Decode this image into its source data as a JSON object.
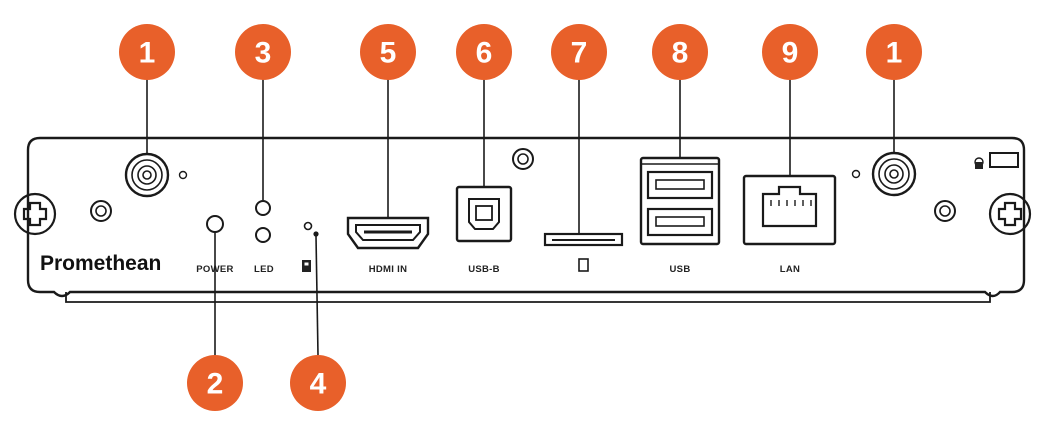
{
  "brand": "Promethean",
  "port_labels": {
    "power": "POWER",
    "led": "LED",
    "hdmi_in": "HDMI IN",
    "usb_b": "USB-B",
    "usb": "USB",
    "lan": "LAN"
  },
  "callouts": {
    "antenna_left": "1",
    "power": "2",
    "led": "3",
    "reset": "4",
    "hdmi_in": "5",
    "usb_b": "6",
    "sd_card": "7",
    "usb": "8",
    "lan": "9",
    "antenna_right": "1"
  },
  "colors": {
    "callout": "#e8602a",
    "line": "#1a1a1a",
    "background": "#ffffff"
  },
  "icons": {
    "reset": "reset-icon",
    "sd_card": "sd-card-icon",
    "lock": "lock-icon",
    "screw": "screw-icon"
  }
}
